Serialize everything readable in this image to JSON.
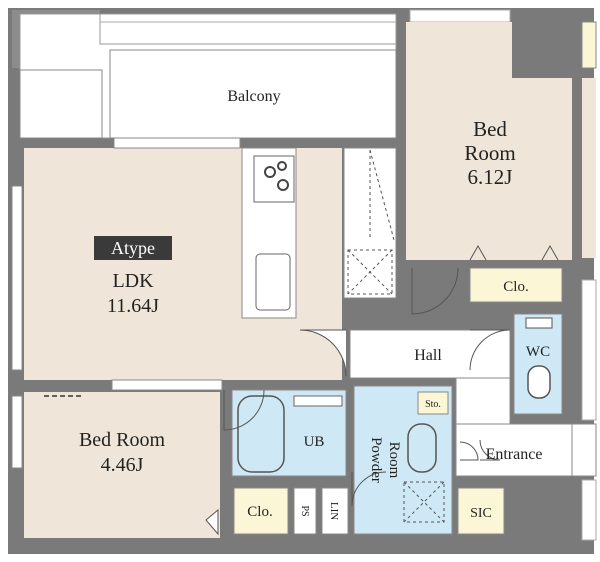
{
  "colors": {
    "wall": "#7a7a7a",
    "room": "#efe6d9",
    "wet": "#cfe8f5",
    "storage": "#fbf6d6",
    "white": "#ffffff",
    "badge": "#3a3a3a"
  },
  "labels": {
    "balcony": "Balcony",
    "bed1_line1": "Bed",
    "bed1_line2": "Room",
    "bed1_size": "6.12J",
    "type_badge": "Atype",
    "ldk": "LDK",
    "ldk_size": "11.64J",
    "bed2": "Bed Room",
    "bed2_size": "4.46J",
    "clo_right": "Clo.",
    "clo_left": "Clo.",
    "hall": "Hall",
    "wc": "WC",
    "ub": "UB",
    "sto": "Sto.",
    "powder": "Powder",
    "powder_room": "Room",
    "entrance": "Entrance",
    "ps": "PS",
    "lin": "LIN",
    "sic": "SIC"
  }
}
